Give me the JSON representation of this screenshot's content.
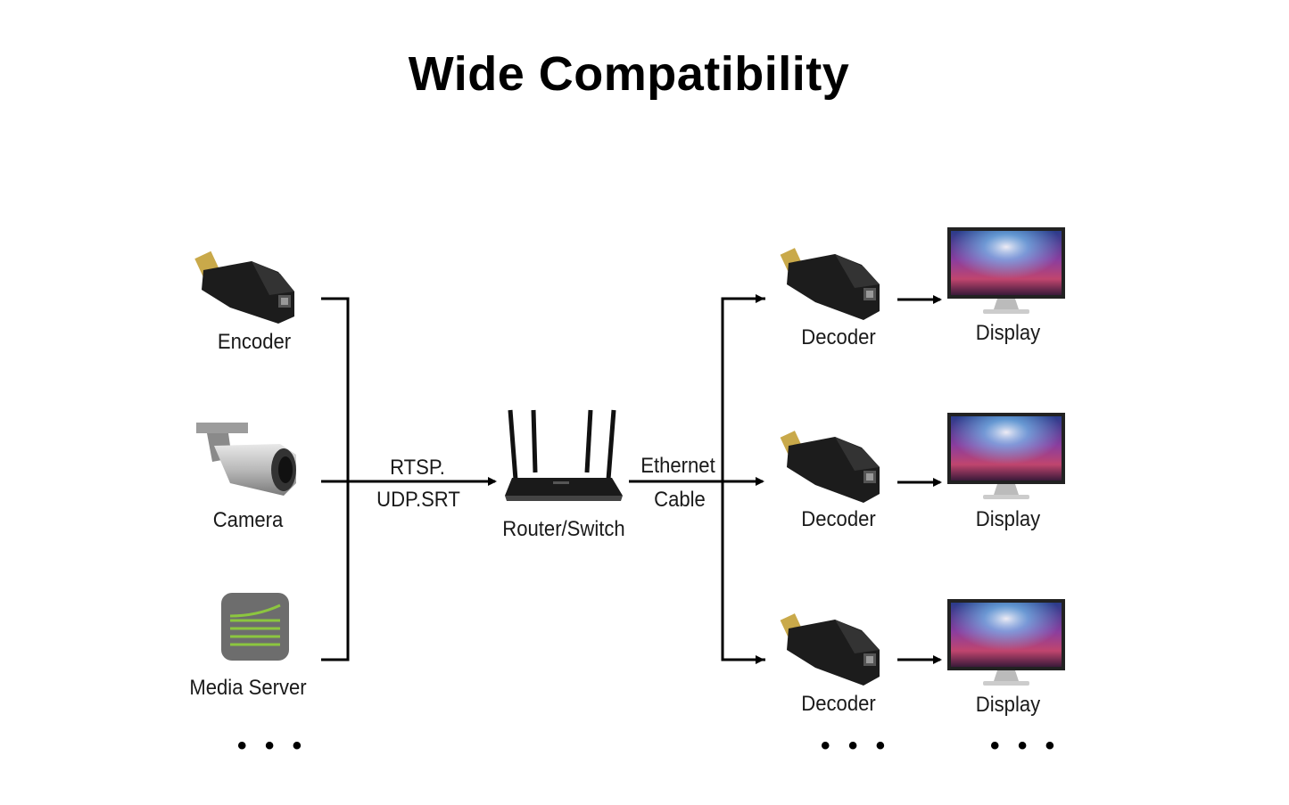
{
  "title": "Wide Compatibility",
  "sources": {
    "encoder": "Encoder",
    "camera": "Camera",
    "media_server": "Media Server",
    "more": "• • •"
  },
  "protocol": {
    "line1": "RTSP.",
    "line2": "UDP.SRT"
  },
  "router": "Router/Switch",
  "link": {
    "line1": "Ethernet",
    "line2": "Cable"
  },
  "outputs": [
    {
      "decoder": "Decoder",
      "display": "Display"
    },
    {
      "decoder": "Decoder",
      "display": "Display"
    },
    {
      "decoder": "Decoder",
      "display": "Display"
    }
  ],
  "decoder_more": "• • •",
  "display_more": "• • •",
  "colors": {
    "line": "#000000",
    "device": "#1c1c1c",
    "accent_green": "#8cc63f",
    "server_bg": "#6d6d6d"
  },
  "icons": [
    "encoder-icon",
    "camera-icon",
    "media-server-icon",
    "router-icon",
    "decoder-icon",
    "display-icon"
  ]
}
